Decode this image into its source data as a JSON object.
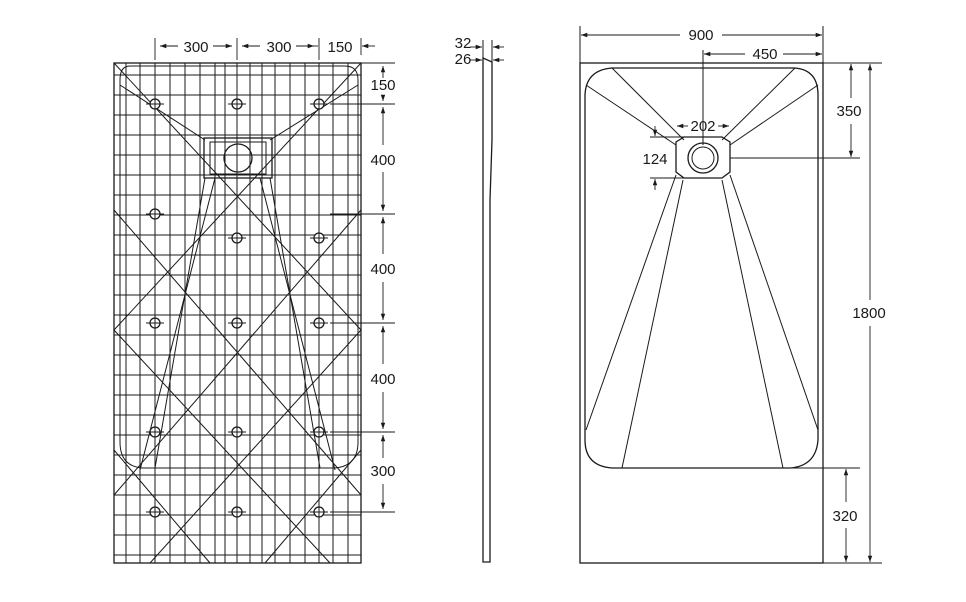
{
  "bottom_view": {
    "dims_top": [
      "300",
      "300",
      "150"
    ],
    "dims_right": [
      "150",
      "400",
      "400",
      "400",
      "300"
    ]
  },
  "side_view": {
    "dims": [
      "32",
      "26"
    ]
  },
  "top_view": {
    "width": "900",
    "half_width": "450",
    "drain_width": "202",
    "drain_depth": "124",
    "drain_offset": "350",
    "length": "1800",
    "bottom_offset": "320"
  }
}
